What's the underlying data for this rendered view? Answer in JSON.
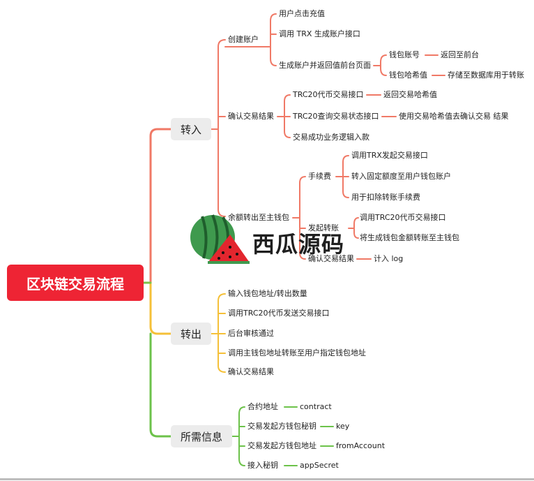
{
  "colors": {
    "root_bg": "#ee2434",
    "branch_in": "#f07966",
    "branch_out": "#f5c038",
    "branch_info": "#6cc24a",
    "trunk": "#7dc246",
    "pill_bg": "#ececec"
  },
  "root": {
    "label": "区块链交易流程"
  },
  "branches": {
    "in": {
      "label": "转入",
      "create": {
        "label": "创建账户",
        "user_click": "用户点击充值",
        "call_trx": "调用 TRX 生成账户接口",
        "gen_return": "生成账户并返回值前台页面",
        "wallet_no": "钱包账号",
        "wallet_no_child": "返回至前台",
        "wallet_hash": "钱包哈希值",
        "wallet_hash_child": "存储至数据库用于转账"
      },
      "confirm": {
        "label": "确认交易结果",
        "trc_tx": "TRC20代币交易接口",
        "trc_tx_child": "返回交易哈希值",
        "trc_query": "TRC20查询交易状态接口",
        "trc_query_child": "使用交易哈希值去确认交易 结果",
        "tx_success": "交易成功业务逻辑入款"
      },
      "transfer": {
        "label": "余额转出至主钱包",
        "fee": {
          "label": "手续费",
          "c1": "调用TRX发起交易接口",
          "c2": "转入固定额度至用户钱包账户",
          "c3": "用于扣除转账手续费"
        },
        "start": {
          "label": "发起转账",
          "c1": "调用TRC20代币交易接口",
          "c2": "将生成钱包金额转账至主钱包"
        },
        "result": {
          "label": "确认交易结果",
          "c1": "计入 log"
        }
      }
    },
    "out": {
      "label": "转出",
      "i1": "输入钱包地址/转出数量",
      "i2": "调用TRC20代币发送交易接口",
      "i3": "后台审核通过",
      "i4": "调用主钱包地址转账至用户指定钱包地址",
      "i5": "确认交易结果"
    },
    "info": {
      "label": "所需信息",
      "k1": "合约地址",
      "v1": "contract",
      "k2": "交易发起方钱包秘钥",
      "v2": "key",
      "k3": "交易发起方钱包地址",
      "v3": "fromAccount",
      "k4": "接入秘钥",
      "v4": "appSecret"
    }
  },
  "watermark": {
    "text": "西瓜源码"
  }
}
